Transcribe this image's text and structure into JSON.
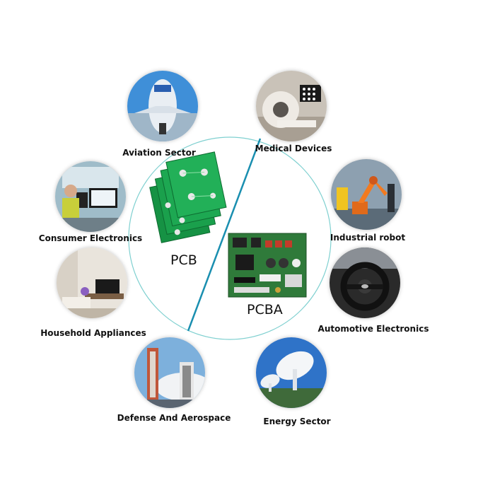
{
  "center": {
    "left_label": "PCB",
    "right_label": "PCBA"
  },
  "sectors": [
    {
      "id": "aviation",
      "label": "Aviation Sector",
      "icon": "airplane-icon"
    },
    {
      "id": "medical",
      "label": "Medical Devices",
      "icon": "mri-scanner-icon"
    },
    {
      "id": "consumer",
      "label": "Consumer Electronics",
      "icon": "computer-workstation-icon"
    },
    {
      "id": "industrial",
      "label": "Industrial robot",
      "icon": "robot-arm-icon"
    },
    {
      "id": "household",
      "label": "Household Appliances",
      "icon": "living-room-icon"
    },
    {
      "id": "automotive",
      "label": "Automotive Electronics",
      "icon": "steering-wheel-icon"
    },
    {
      "id": "defense",
      "label": "Defense And Aerospace",
      "icon": "rocket-launch-tower-icon"
    },
    {
      "id": "energy",
      "label": "Energy Sector",
      "icon": "satellite-dish-icon"
    }
  ],
  "colors": {
    "ring": "#7fd0d0",
    "divider": "#1a8fb0",
    "pcb_green": "#1a9a4a",
    "pcba_green": "#2f7a3a"
  }
}
